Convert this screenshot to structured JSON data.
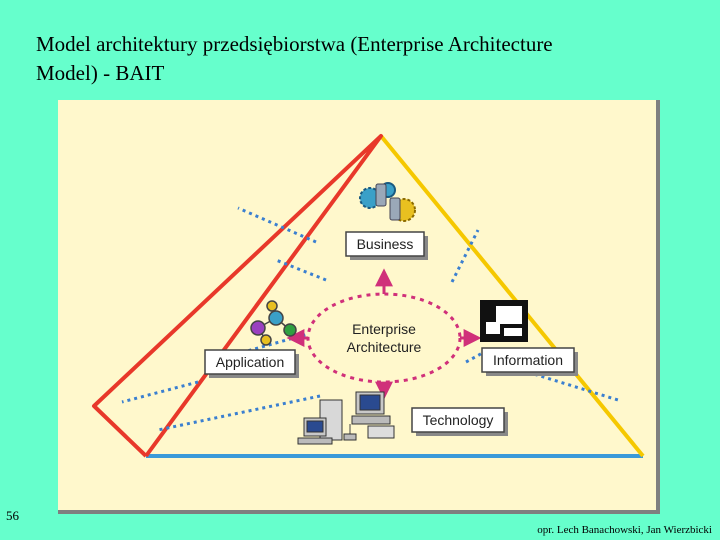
{
  "slide": {
    "title_line1": "Model architektury przedsiębiorstwa (Enterprise Architecture",
    "title_line2": "Model) - BAIT",
    "page_number": "56",
    "footer": "opr. Lech Banachowski, Jan Wierzbicki"
  },
  "diagram": {
    "center_line1": "Enterprise",
    "center_line2": "Architecture",
    "business_label": "Business",
    "application_label": "Application",
    "information_label": "Information",
    "technology_label": "Technology",
    "colors": {
      "panel_background": "#fff8cc",
      "page_background": "#66ffcc",
      "left_edge": "#e8382a",
      "right_edge": "#f5c800",
      "base_edge": "#3a9ad9",
      "dotted_rays": "#3a7fd0",
      "center_arrows": "#d0307a"
    },
    "icons": [
      "gears-icon",
      "molecule-icon",
      "document-icon",
      "computers-icon"
    ]
  }
}
